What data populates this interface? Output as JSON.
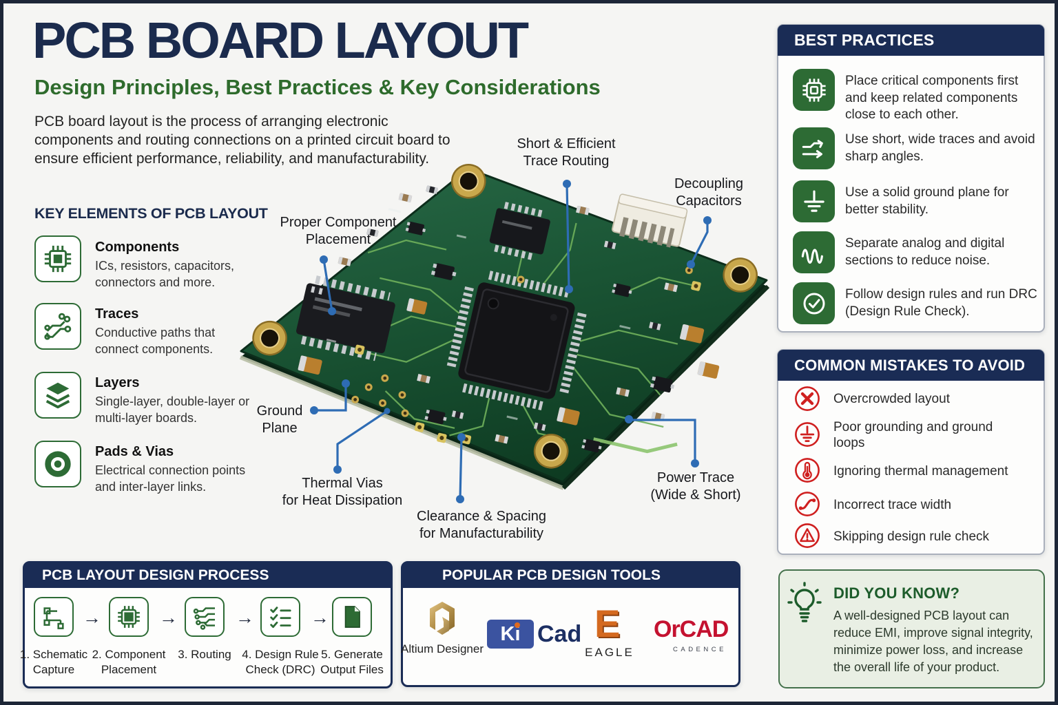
{
  "header": {
    "title": "PCB BOARD LAYOUT",
    "subtitle": "Design Principles, Best Practices & Key Considerations",
    "intro": "PCB board layout is the process of arranging electronic components and routing connections on a printed circuit board to ensure efficient performance, reliability, and manufacturability."
  },
  "key_elements": {
    "heading": "KEY ELEMENTS OF PCB LAYOUT",
    "items": [
      {
        "icon": "chip-icon",
        "title": "Components",
        "desc": "ICs, resistors, capacitors, connectors and more."
      },
      {
        "icon": "traces-icon",
        "title": "Traces",
        "desc": "Conductive paths that connect components."
      },
      {
        "icon": "layers-icon",
        "title": "Layers",
        "desc": "Single-layer, double-layer or multi-layer boards."
      },
      {
        "icon": "pad-via-icon",
        "title": "Pads & Vias",
        "desc": "Electrical connection points and inter-layer links."
      }
    ]
  },
  "callouts": [
    {
      "line1": "Proper Component",
      "line2": "Placement"
    },
    {
      "line1": "Short & Efficient",
      "line2": "Trace Routing"
    },
    {
      "line1": "Decoupling",
      "line2": "Capacitors"
    },
    {
      "line1": "Ground",
      "line2": "Plane"
    },
    {
      "line1": "Thermal Vias",
      "line2": "for Heat Dissipation"
    },
    {
      "line1": "Clearance & Spacing",
      "line2": "for Manufacturability"
    },
    {
      "line1": "Power Trace",
      "line2": "(Wide & Short)"
    }
  ],
  "best_practices": {
    "heading": "BEST PRACTICES",
    "items": [
      {
        "icon": "chip-icon",
        "text": "Place critical components first and keep related components close to each other."
      },
      {
        "icon": "trace-arrows-icon",
        "text": "Use short, wide traces and avoid sharp angles."
      },
      {
        "icon": "ground-icon",
        "text": "Use a solid ground plane for better stability."
      },
      {
        "icon": "wave-icon",
        "text": "Separate analog and digital sections to reduce noise."
      },
      {
        "icon": "check-circle-icon",
        "text": "Follow design rules and run DRC (Design Rule Check)."
      }
    ]
  },
  "common_mistakes": {
    "heading": "COMMON MISTAKES TO AVOID",
    "items": [
      {
        "icon": "x-circle-icon",
        "text": "Overcrowded layout"
      },
      {
        "icon": "ground-loop-icon",
        "text": "Poor grounding and ground loops"
      },
      {
        "icon": "thermometer-icon",
        "text": "Ignoring thermal management"
      },
      {
        "icon": "trace-width-icon",
        "text": "Incorrect trace width"
      },
      {
        "icon": "warning-triangle-icon",
        "text": "Skipping design rule check"
      }
    ]
  },
  "did_you_know": {
    "heading": "DID YOU KNOW?",
    "text": "A well-designed PCB layout can reduce EMI, improve signal integrity, minimize power loss, and increase the overall life of your product."
  },
  "design_process": {
    "heading": "PCB LAYOUT DESIGN PROCESS",
    "steps": [
      {
        "icon": "schematic-icon",
        "label": "1. Schematic Capture"
      },
      {
        "icon": "chip-icon",
        "label": "2. Component Placement"
      },
      {
        "icon": "routing-icon",
        "label": "3. Routing"
      },
      {
        "icon": "checklist-icon",
        "label": "4. Design Rule Check (DRC)"
      },
      {
        "icon": "file-icon",
        "label": "5. Generate Output Files"
      }
    ]
  },
  "design_tools": {
    "heading": "POPULAR PCB DESIGN TOOLS",
    "tools": [
      {
        "name": "Altium Designer"
      },
      {
        "name": "KiCad",
        "logo_ki": "Ki",
        "logo_cad": "Cad"
      },
      {
        "name": "EAGLE"
      },
      {
        "name": "OrCAD",
        "sub": "CADENCE"
      }
    ]
  },
  "colors": {
    "navy": "#1a2c55",
    "green": "#2d6b34",
    "red": "#cf1f1f",
    "callout_blue": "#2e6cb4"
  }
}
